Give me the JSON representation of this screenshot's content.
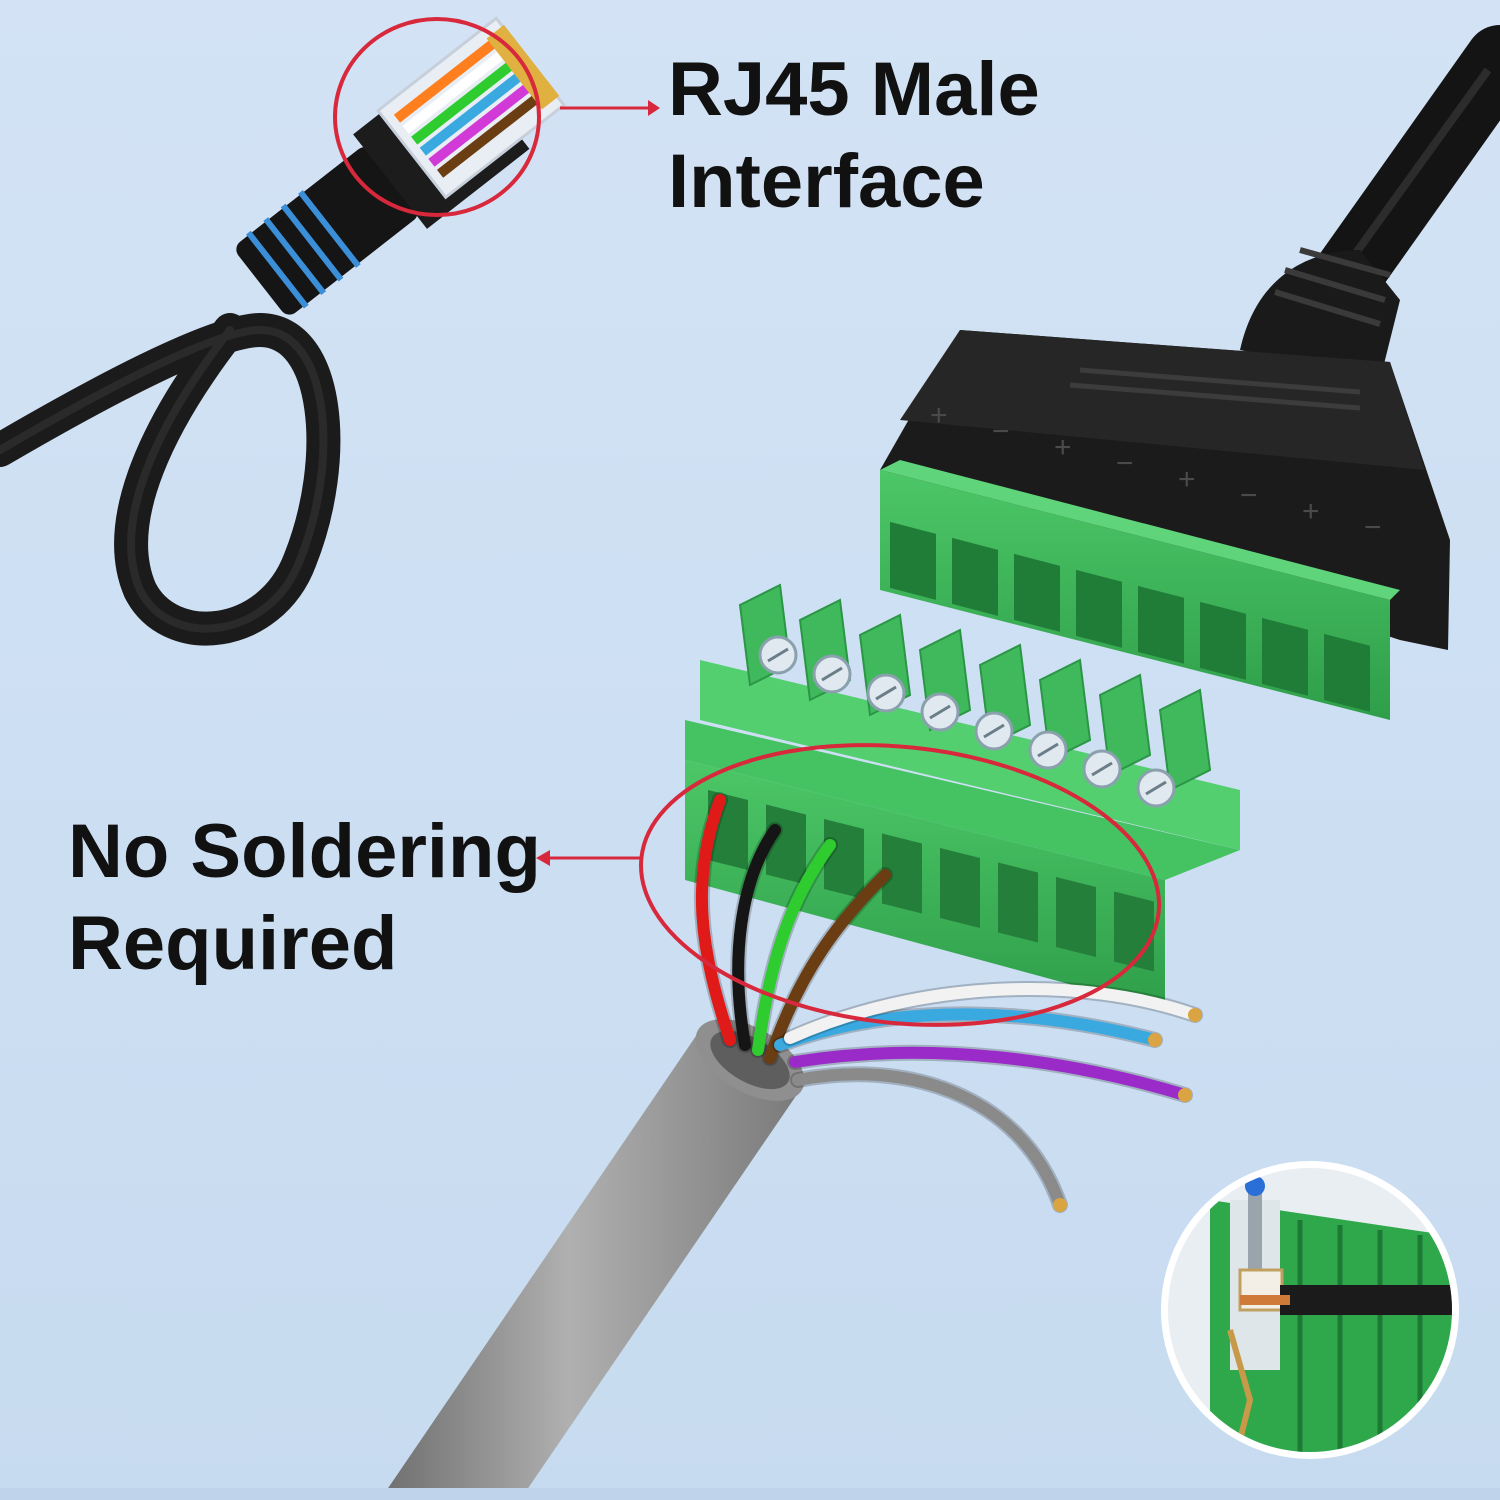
{
  "labels": {
    "rj45": {
      "line1": "RJ45 Male",
      "line2": "Interface"
    },
    "solder": {
      "line1": "No Soldering",
      "line2": "Required"
    }
  },
  "colors": {
    "background": "#cfe0f3",
    "terminal_green": "#3dbb5a",
    "terminal_dark_green": "#2a9a45",
    "callout_red": "#d8283c",
    "cable_black": "#1a1a1a",
    "cable_grey": "#8d8d8d",
    "boot_blue": "#3a8fd8"
  },
  "wires": [
    {
      "name": "red",
      "color": "#e01919"
    },
    {
      "name": "black",
      "color": "#151515"
    },
    {
      "name": "green",
      "color": "#2ecc2e"
    },
    {
      "name": "brown",
      "color": "#6b3d12"
    },
    {
      "name": "blue",
      "color": "#3aa9e0"
    },
    {
      "name": "white",
      "color": "#f2f2f2"
    },
    {
      "name": "purple",
      "color": "#9a2bc8"
    },
    {
      "name": "grey",
      "color": "#8a8a8a"
    }
  ],
  "polarity_marks": [
    "+",
    "−",
    "+",
    "−",
    "+",
    "−",
    "+",
    "−"
  ]
}
